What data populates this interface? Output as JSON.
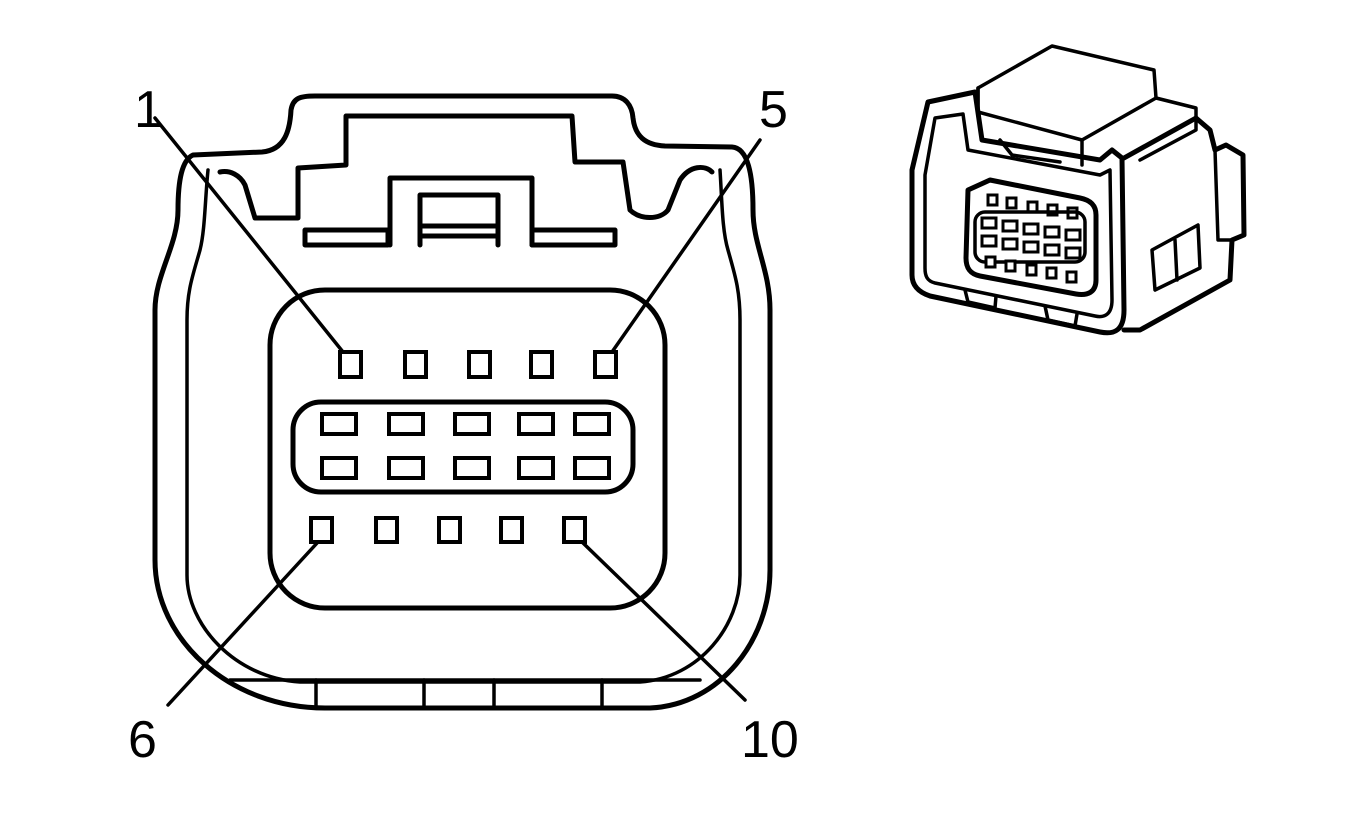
{
  "diagram": {
    "pin_labels": {
      "pin1": "1",
      "pin5": "5",
      "pin6": "6",
      "pin10": "10"
    },
    "face_view": {
      "top_row_cavities": 5,
      "middle_rows": 2,
      "middle_row_cavities": 5,
      "bottom_row_cavities": 5
    },
    "line_color": "#000000",
    "background_color": "#ffffff"
  }
}
